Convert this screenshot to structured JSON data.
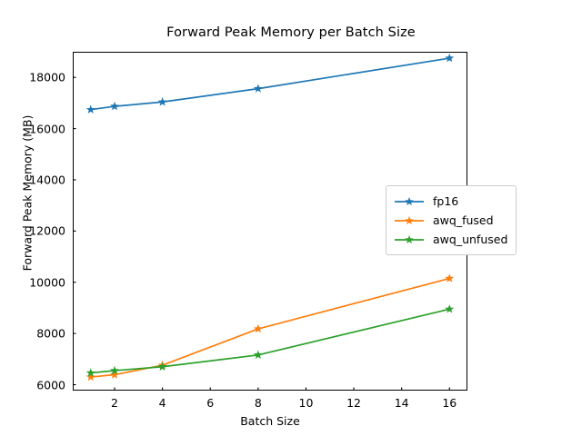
{
  "chart_data": {
    "type": "line",
    "title": "Forward Peak Memory per Batch Size",
    "xlabel": "Batch Size",
    "ylabel": "Forward Peak Memory (MB)",
    "x": [
      1,
      2,
      4,
      8,
      16
    ],
    "xlim": [
      0.25,
      16.75
    ],
    "ylim": [
      5770,
      19000
    ],
    "xticks": [
      2,
      4,
      6,
      8,
      10,
      12,
      14,
      16
    ],
    "xtick_labels": [
      "2",
      "4",
      "6",
      "8",
      "10",
      "12",
      "14",
      "16"
    ],
    "yticks": [
      6000,
      8000,
      10000,
      12000,
      14000,
      16000,
      18000
    ],
    "ytick_labels": [
      "6000",
      "8000",
      "10000",
      "12000",
      "14000",
      "16000",
      "18000"
    ],
    "grid": false,
    "legend_position": "center right",
    "marker": "star",
    "series": [
      {
        "name": "fp16",
        "color": "#1f77b4",
        "values": [
          16740,
          16870,
          17040,
          17560,
          18750
        ]
      },
      {
        "name": "awq_fused",
        "color": "#ff7f0e",
        "values": [
          6300,
          6390,
          6760,
          8180,
          10150
        ]
      },
      {
        "name": "awq_unfused",
        "color": "#2ca02c",
        "values": [
          6460,
          6550,
          6700,
          7160,
          8950
        ]
      }
    ]
  }
}
